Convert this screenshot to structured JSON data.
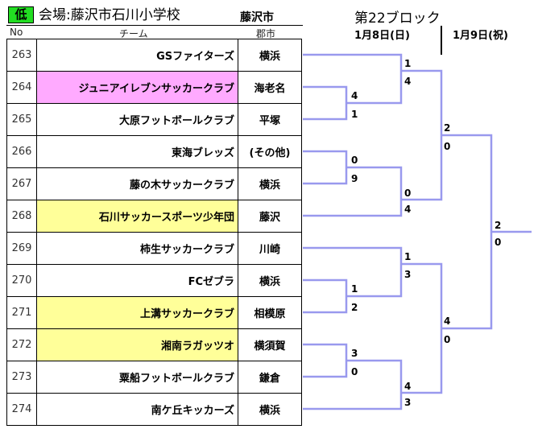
{
  "header": {
    "level": "低",
    "venue": "会場:藤沢市石川小学校",
    "city": "藤沢市",
    "col_no": "No",
    "col_team": "チーム",
    "col_city": "郡市",
    "block": "第22ブロック",
    "date1": "1月8日(日)",
    "date2": "1月9日(祝)"
  },
  "colors": {
    "highlight_pink": "#ffaaff",
    "highlight_yellow": "#ffff99",
    "bracket_line": "#9999ee",
    "level_badge": "#22dd22"
  },
  "teams": [
    {
      "no": "263",
      "name": "GSファイターズ",
      "city": "横浜",
      "highlight": ""
    },
    {
      "no": "264",
      "name": "ジュニアイレブンサッカークラブ",
      "city": "海老名",
      "highlight": "pink"
    },
    {
      "no": "265",
      "name": "大原フットボールクラブ",
      "city": "平塚",
      "highlight": ""
    },
    {
      "no": "266",
      "name": "東海ブレッズ",
      "city": "(その他)",
      "highlight": ""
    },
    {
      "no": "267",
      "name": "藤の木サッカークラブ",
      "city": "横浜",
      "highlight": ""
    },
    {
      "no": "268",
      "name": "石川サッカースポーツ少年団",
      "city": "藤沢",
      "highlight": "yellow"
    },
    {
      "no": "269",
      "name": "柿生サッカークラブ",
      "city": "川崎",
      "highlight": ""
    },
    {
      "no": "270",
      "name": "FCゼブラ",
      "city": "横浜",
      "highlight": ""
    },
    {
      "no": "271",
      "name": "上溝サッカークラブ",
      "city": "相模原",
      "highlight": "yellow"
    },
    {
      "no": "272",
      "name": "湘南ラガッツオ",
      "city": "横須賀",
      "highlight": "yellow"
    },
    {
      "no": "273",
      "name": "粟船フットボールクラブ",
      "city": "鎌倉",
      "highlight": ""
    },
    {
      "no": "274",
      "name": "南ケ丘キッカーズ",
      "city": "横浜",
      "highlight": ""
    }
  ],
  "scores": {
    "m264_265": [
      "4",
      "1"
    ],
    "m263_w1": [
      "1",
      "4"
    ],
    "m266_267": [
      "0",
      "9"
    ],
    "mw2_268": [
      "0",
      "4"
    ],
    "semi_a": [
      "2",
      "0"
    ],
    "m270_271": [
      "1",
      "2"
    ],
    "m269_w4": [
      "1",
      "3"
    ],
    "m272_273": [
      "3",
      "0"
    ],
    "mw5_274": [
      "4",
      "3"
    ],
    "semi_b": [
      "4",
      "0"
    ],
    "final": [
      "2",
      "0"
    ]
  }
}
